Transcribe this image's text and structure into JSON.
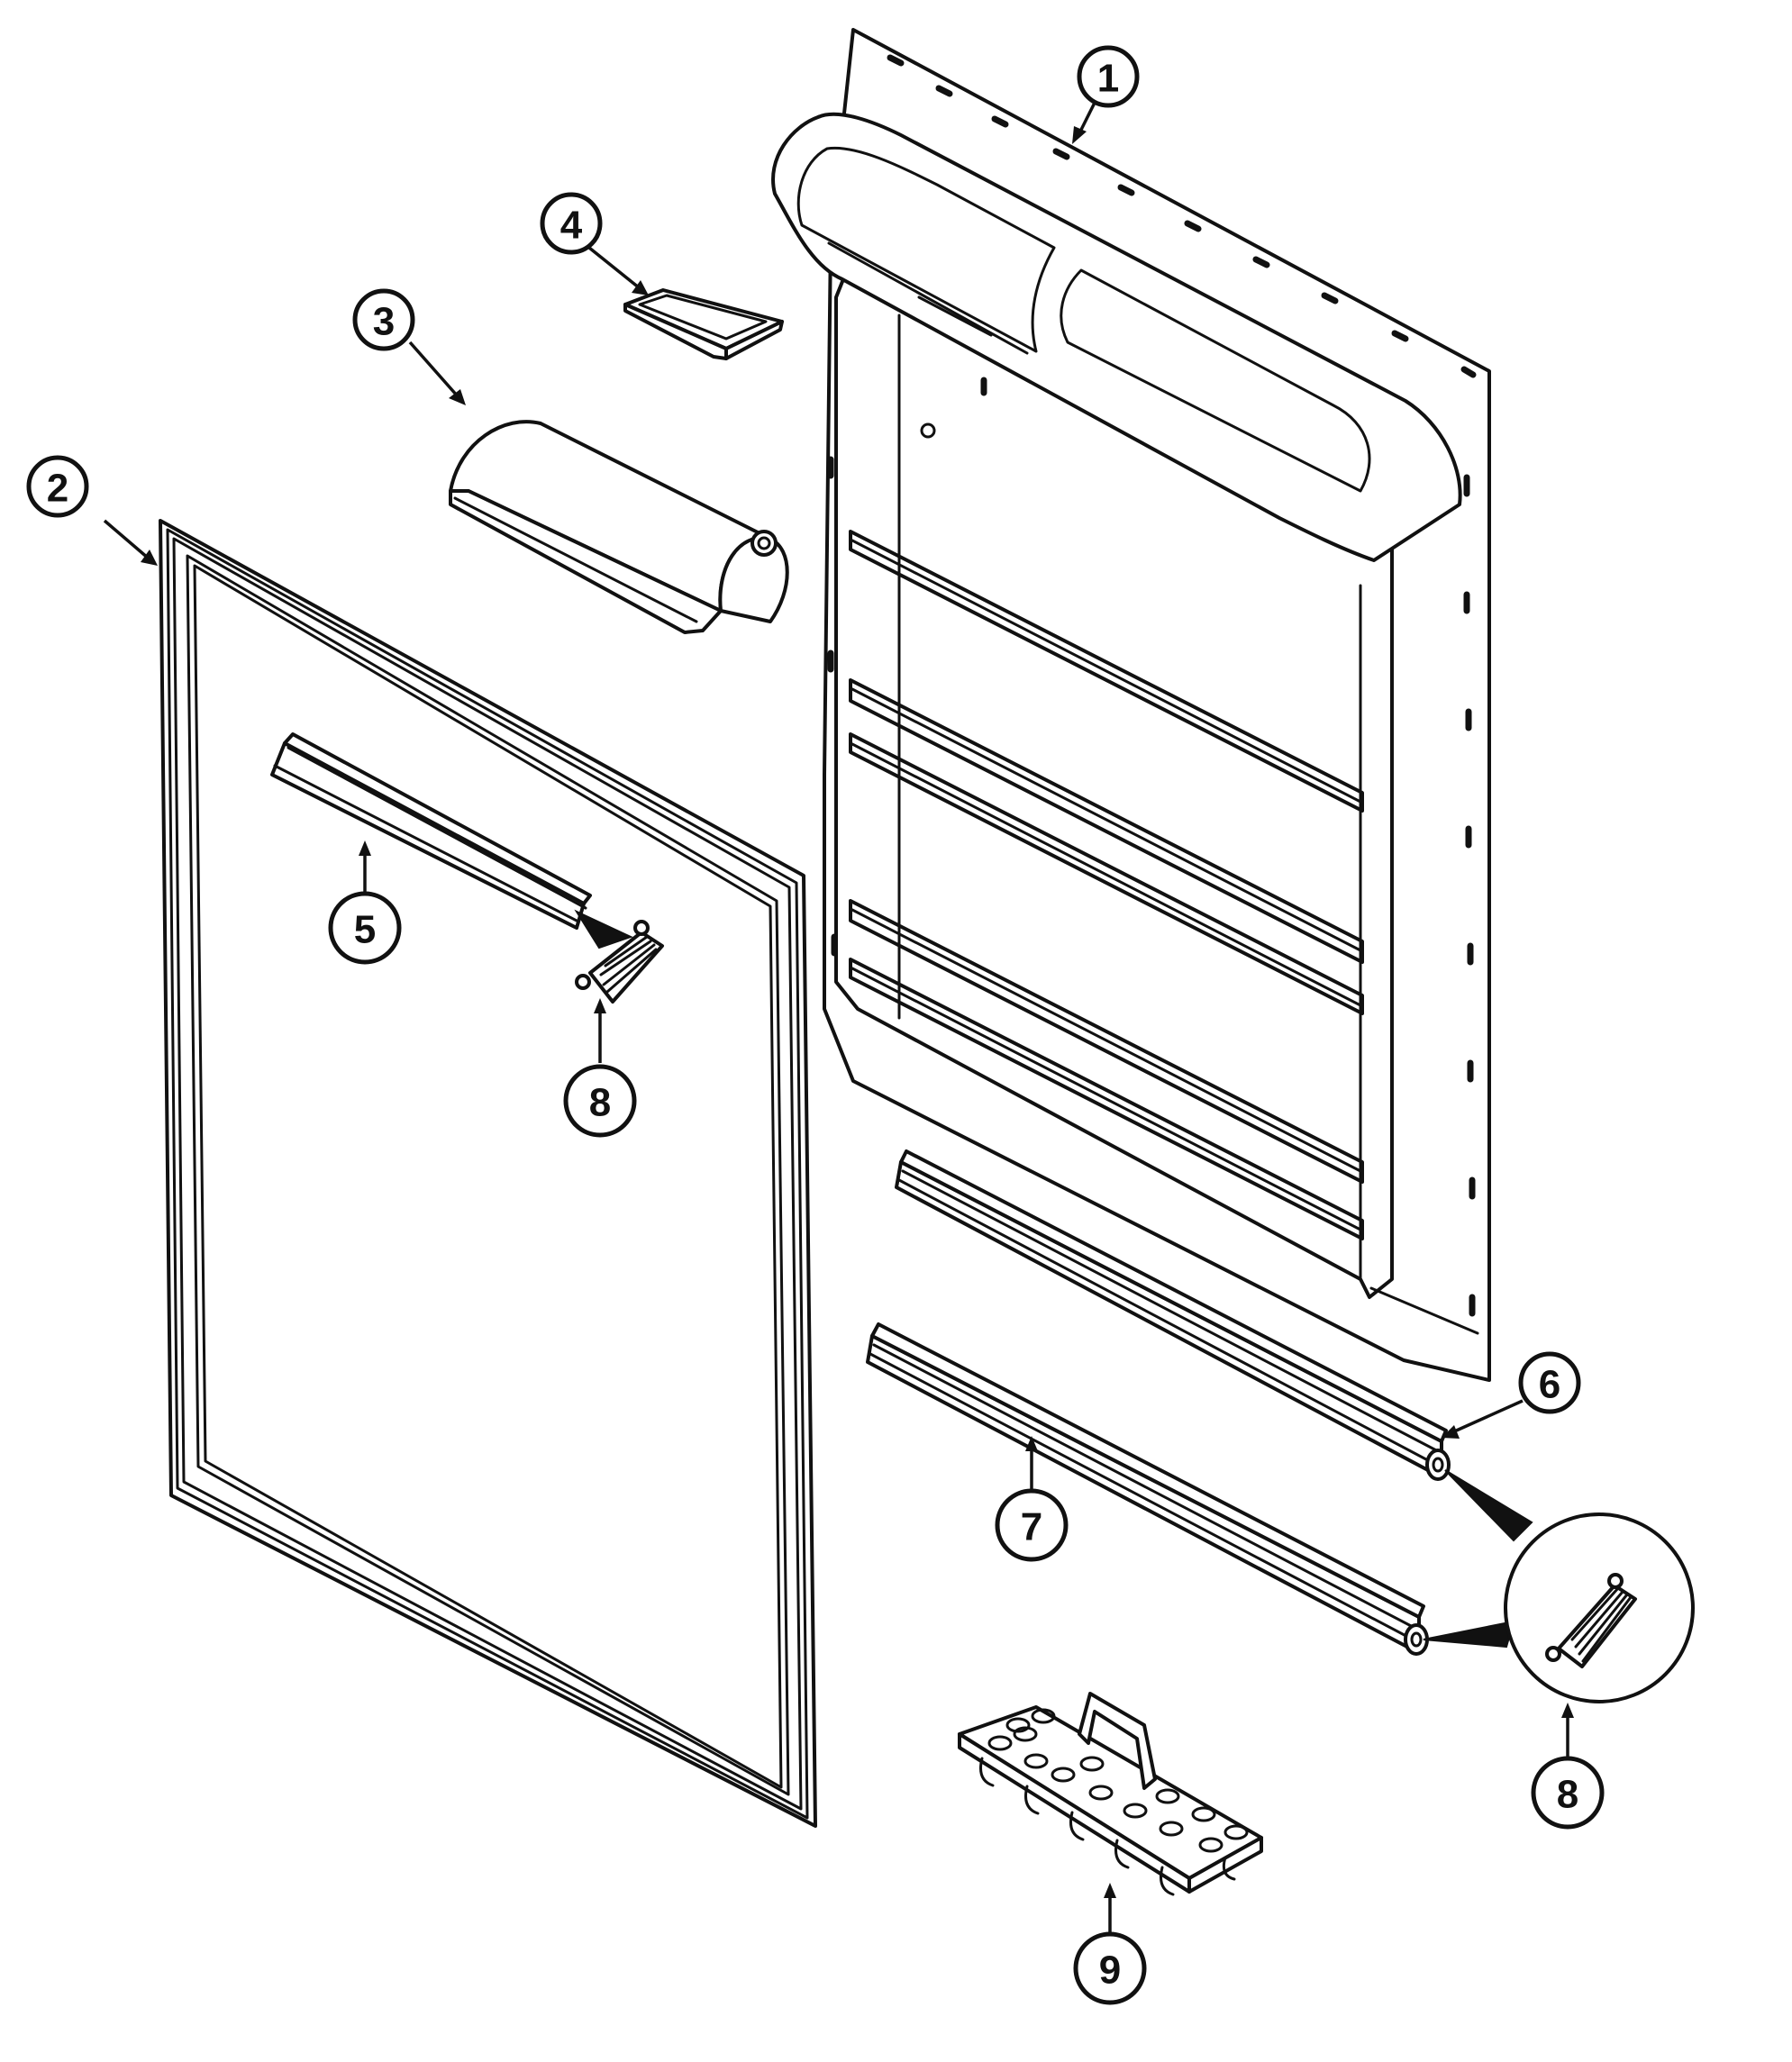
{
  "diagram": {
    "type": "exploded-parts-view",
    "line_color": "#111111",
    "background": "#ffffff",
    "callouts": [
      {
        "id": "callout-1",
        "label": "1",
        "part": "door-liner"
      },
      {
        "id": "callout-2",
        "label": "2",
        "part": "door-gasket"
      },
      {
        "id": "callout-3",
        "label": "3",
        "part": "dairy-door-bin"
      },
      {
        "id": "callout-4",
        "label": "4",
        "part": "small-tray"
      },
      {
        "id": "callout-5",
        "label": "5",
        "part": "upper-shelf-bar"
      },
      {
        "id": "callout-6",
        "label": "6",
        "part": "door-shelf-bar"
      },
      {
        "id": "callout-7",
        "label": "7",
        "part": "lower-shelf-bar"
      },
      {
        "id": "callout-8a",
        "label": "8",
        "part": "bar-end-cap"
      },
      {
        "id": "callout-8b",
        "label": "8",
        "part": "bar-end-cap-detail"
      },
      {
        "id": "callout-9",
        "label": "9",
        "part": "egg-tray"
      }
    ]
  }
}
